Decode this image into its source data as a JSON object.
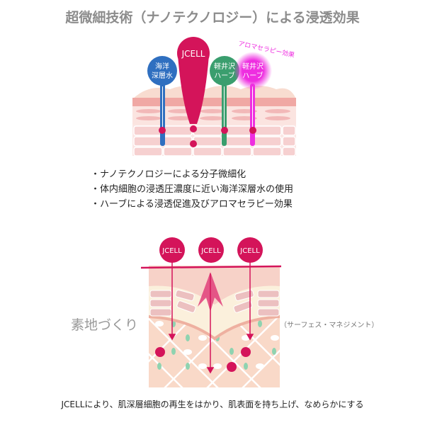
{
  "title": "超微細技術（ナノテクノロジー）による浸透効果",
  "top_diagram": {
    "circles": [
      {
        "label_lines": [
          "海洋",
          "深層水"
        ],
        "color": "#2f6fc0"
      },
      {
        "label_lines": [
          "JCELL"
        ],
        "color": "#d4145a"
      },
      {
        "label_lines": [
          "軽井沢",
          "ハーブ"
        ],
        "color": "#3a9e6e"
      },
      {
        "label_lines": [
          "軽井沢",
          "ハーブ"
        ],
        "color": "#ee2ee0"
      }
    ],
    "aroma_label": "アロマセラピー効果",
    "cell_tag": "JCELL"
  },
  "bullets": [
    "・ナノテクノロジーによる分子微細化",
    "・体内細胞の浸透圧濃度に近い海洋深層水の使用",
    "・ハーブによる浸透促進及びアロマセラピー効果"
  ],
  "bottom_diagram": {
    "circle_label": "JCELL",
    "left_label": "素地づくり",
    "right_label": "（サーフェス・マネジメント）"
  },
  "caption": "JCELLにより、肌深層細胞の再生をはかり、肌表面を持ち上げ、なめらかにする"
}
